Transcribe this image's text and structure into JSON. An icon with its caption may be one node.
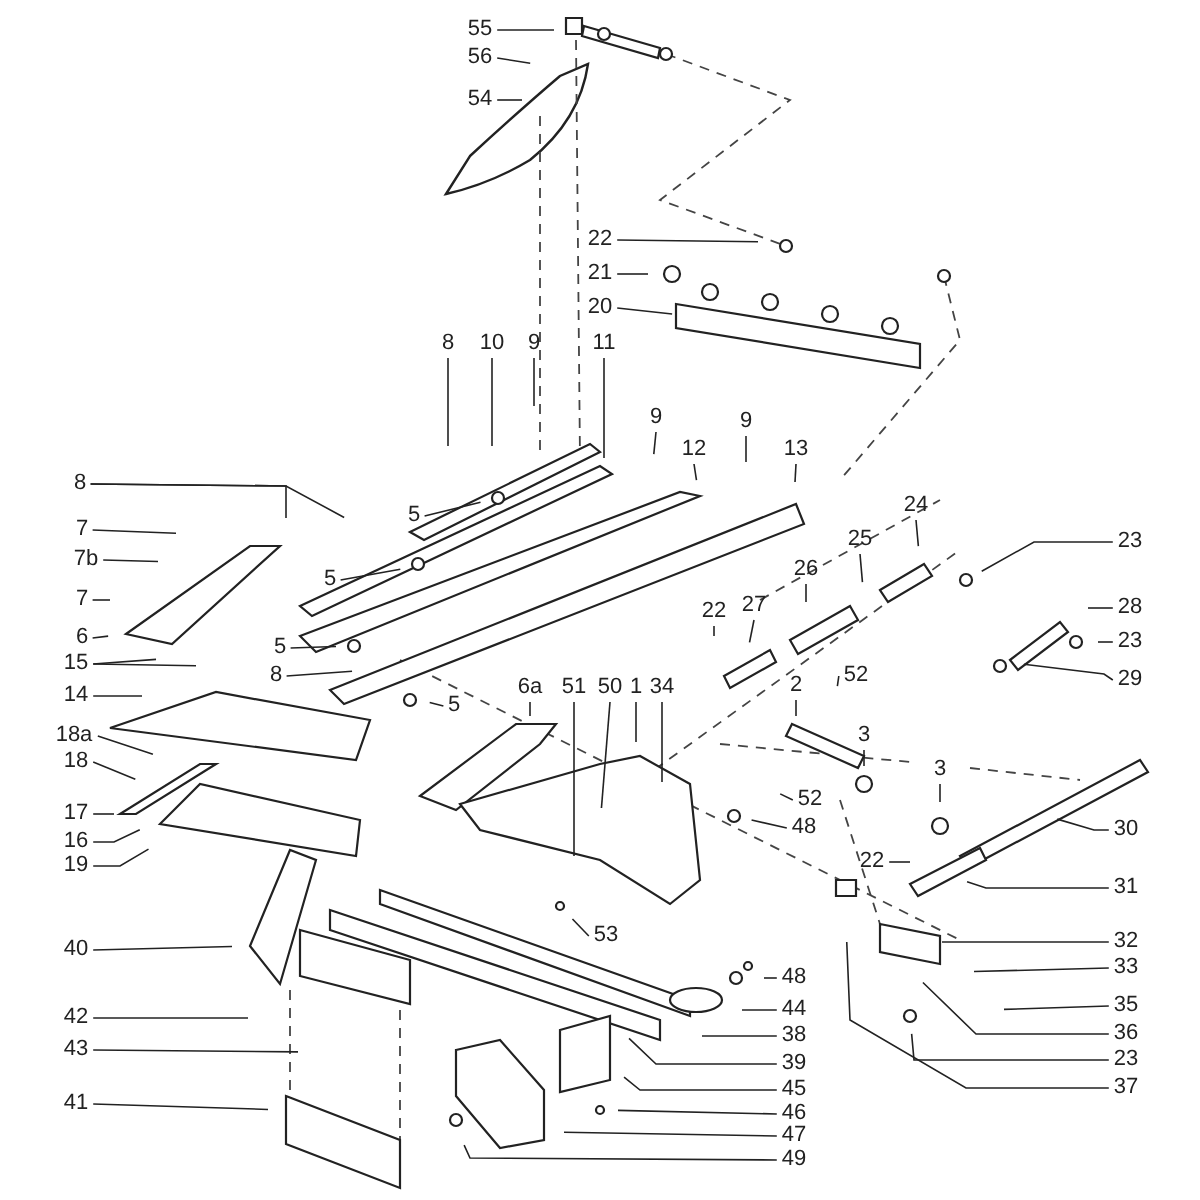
{
  "diagram": {
    "nodes": [
      {
        "text": [
          "55"
        ]
      },
      {
        "text": [
          "56"
        ]
      },
      {
        "text": [
          "54"
        ]
      },
      {
        "text": [
          "22"
        ]
      },
      {
        "text": [
          "21"
        ]
      },
      {
        "text": [
          "20"
        ]
      },
      {
        "text": [
          "8"
        ]
      },
      {
        "text": [
          "10"
        ]
      },
      {
        "text": [
          "9"
        ]
      },
      {
        "text": [
          "11"
        ]
      },
      {
        "text": [
          "9"
        ]
      },
      {
        "text": [
          "12"
        ]
      },
      {
        "text": [
          "9"
        ]
      },
      {
        "text": [
          "13"
        ]
      },
      {
        "text": [
          "8"
        ]
      },
      {
        "text": [
          "7"
        ]
      },
      {
        "text": [
          "5"
        ]
      },
      {
        "text": [
          "7b"
        ]
      },
      {
        "text": [
          "5"
        ]
      },
      {
        "text": [
          "7"
        ]
      },
      {
        "text": [
          "6"
        ]
      },
      {
        "text": [
          "5"
        ]
      },
      {
        "text": [
          "15"
        ]
      },
      {
        "text": [
          "8"
        ]
      },
      {
        "text": [
          "14"
        ]
      },
      {
        "text": [
          "5"
        ]
      },
      {
        "text": [
          "23"
        ]
      },
      {
        "text": [
          "24"
        ]
      },
      {
        "text": [
          "25"
        ]
      },
      {
        "text": [
          "26"
        ]
      },
      {
        "text": [
          "28"
        ]
      },
      {
        "text": [
          "23"
        ]
      },
      {
        "text": [
          "27"
        ]
      },
      {
        "text": [
          "22"
        ]
      },
      {
        "text": [
          "29"
        ]
      },
      {
        "text": [
          "6a"
        ]
      },
      {
        "text": [
          "51"
        ]
      },
      {
        "text": [
          "50"
        ]
      },
      {
        "text": [
          "1"
        ]
      },
      {
        "text": [
          "34"
        ]
      },
      {
        "text": [
          "2"
        ]
      },
      {
        "text": [
          "52"
        ]
      },
      {
        "text": [
          "3"
        ]
      },
      {
        "text": [
          "3"
        ]
      },
      {
        "text": [
          "52"
        ]
      },
      {
        "text": [
          "48"
        ]
      },
      {
        "text": [
          "30"
        ]
      },
      {
        "text": [
          "18a"
        ]
      },
      {
        "text": [
          "18"
        ]
      },
      {
        "text": [
          "22"
        ]
      },
      {
        "text": [
          "31"
        ]
      },
      {
        "text": [
          "17"
        ]
      },
      {
        "text": [
          "16"
        ]
      },
      {
        "text": [
          "19"
        ]
      },
      {
        "text": [
          "53"
        ]
      },
      {
        "text": [
          "32"
        ]
      },
      {
        "text": [
          "33"
        ]
      },
      {
        "text": [
          "40"
        ]
      },
      {
        "text": [
          "48"
        ]
      },
      {
        "text": [
          "44"
        ]
      },
      {
        "text": [
          "35"
        ]
      },
      {
        "text": [
          "36"
        ]
      },
      {
        "text": [
          "38"
        ]
      },
      {
        "text": [
          "23"
        ]
      },
      {
        "text": [
          "39"
        ]
      },
      {
        "text": [
          "37"
        ]
      },
      {
        "text": [
          "45"
        ]
      },
      {
        "text": [
          "42"
        ]
      },
      {
        "text": [
          "46"
        ]
      },
      {
        "text": [
          "43"
        ]
      },
      {
        "text": [
          "47"
        ]
      },
      {
        "text": [
          "41"
        ]
      },
      {
        "text": [
          "49"
        ]
      }
    ],
    "edges": [
      {
        "from": 0,
        "to": null,
        "arrow": "none"
      },
      {
        "from": 1,
        "to": null,
        "arrow": "none"
      },
      {
        "from": 2,
        "to": null,
        "arrow": "none"
      },
      {
        "from": 3,
        "to": null,
        "arrow": "none"
      },
      {
        "from": 4,
        "to": null,
        "arrow": "none"
      },
      {
        "from": 5,
        "to": null,
        "arrow": "none"
      },
      {
        "from": 6,
        "to": null,
        "arrow": "none"
      },
      {
        "from": 7,
        "to": null,
        "arrow": "none"
      },
      {
        "from": 8,
        "to": null,
        "arrow": "none"
      },
      {
        "from": 9,
        "to": null,
        "arrow": "none"
      },
      {
        "from": 10,
        "to": null,
        "arrow": "none"
      },
      {
        "from": 11,
        "to": null,
        "arrow": "none"
      },
      {
        "from": 12,
        "to": null,
        "arrow": "none"
      },
      {
        "from": 13,
        "to": null,
        "arrow": "none"
      },
      {
        "from": 14,
        "to": null,
        "arrow": "none"
      },
      {
        "from": 14,
        "to": null,
        "arrow": "none"
      },
      {
        "from": 15,
        "to": null,
        "arrow": "none"
      },
      {
        "from": 16,
        "to": null,
        "arrow": "none"
      },
      {
        "from": 17,
        "to": null,
        "arrow": "none"
      },
      {
        "from": 18,
        "to": null,
        "arrow": "none"
      },
      {
        "from": 19,
        "to": null,
        "arrow": "none"
      },
      {
        "from": 20,
        "to": null,
        "arrow": "none"
      },
      {
        "from": 21,
        "to": null,
        "arrow": "none"
      },
      {
        "from": 22,
        "to": null,
        "arrow": "none"
      },
      {
        "from": 22,
        "to": null,
        "arrow": "none"
      },
      {
        "from": 23,
        "to": null,
        "arrow": "none"
      },
      {
        "from": 24,
        "to": null,
        "arrow": "none"
      },
      {
        "from": 25,
        "to": null,
        "arrow": "none"
      },
      {
        "from": 26,
        "to": null,
        "arrow": "none"
      },
      {
        "from": 27,
        "to": null,
        "arrow": "none"
      },
      {
        "from": 28,
        "to": null,
        "arrow": "none"
      },
      {
        "from": 29,
        "to": null,
        "arrow": "none"
      },
      {
        "from": 30,
        "to": null,
        "arrow": "none"
      },
      {
        "from": 31,
        "to": null,
        "arrow": "none"
      },
      {
        "from": 32,
        "to": null,
        "arrow": "none"
      },
      {
        "from": 33,
        "to": null,
        "arrow": "none"
      },
      {
        "from": 34,
        "to": null,
        "arrow": "none"
      },
      {
        "from": 35,
        "to": null,
        "arrow": "none"
      },
      {
        "from": 36,
        "to": null,
        "arrow": "none"
      },
      {
        "from": 37,
        "to": null,
        "arrow": "none"
      },
      {
        "from": 38,
        "to": null,
        "arrow": "none"
      },
      {
        "from": 39,
        "to": null,
        "arrow": "none"
      },
      {
        "from": 40,
        "to": null,
        "arrow": "none"
      },
      {
        "from": 41,
        "to": null,
        "arrow": "none"
      },
      {
        "from": 42,
        "to": null,
        "arrow": "none"
      },
      {
        "from": 43,
        "to": null,
        "arrow": "none"
      },
      {
        "from": 44,
        "to": null,
        "arrow": "none"
      },
      {
        "from": 45,
        "to": null,
        "arrow": "none"
      },
      {
        "from": 46,
        "to": null,
        "arrow": "none"
      },
      {
        "from": 47,
        "to": null,
        "arrow": "none"
      },
      {
        "from": 48,
        "to": null,
        "arrow": "none"
      },
      {
        "from": 49,
        "to": null,
        "arrow": "none"
      },
      {
        "from": 50,
        "to": null,
        "arrow": "none"
      },
      {
        "from": 51,
        "to": null,
        "arrow": "none"
      },
      {
        "from": 52,
        "to": null,
        "arrow": "none"
      },
      {
        "from": 53,
        "to": null,
        "arrow": "none"
      },
      {
        "from": 54,
        "to": null,
        "arrow": "none"
      },
      {
        "from": 55,
        "to": null,
        "arrow": "none"
      },
      {
        "from": 56,
        "to": null,
        "arrow": "none"
      },
      {
        "from": 57,
        "to": null,
        "arrow": "none"
      },
      {
        "from": 58,
        "to": null,
        "arrow": "none"
      },
      {
        "from": 59,
        "to": null,
        "arrow": "none"
      },
      {
        "from": 60,
        "to": null,
        "arrow": "none"
      },
      {
        "from": 61,
        "to": null,
        "arrow": "none"
      },
      {
        "from": 62,
        "to": null,
        "arrow": "none"
      },
      {
        "from": 63,
        "to": null,
        "arrow": "none"
      },
      {
        "from": 64,
        "to": null,
        "arrow": "none"
      },
      {
        "from": 65,
        "to": null,
        "arrow": "none"
      },
      {
        "from": 66,
        "to": null,
        "arrow": "none"
      },
      {
        "from": 67,
        "to": null,
        "arrow": "none"
      },
      {
        "from": 68,
        "to": null,
        "arrow": "none"
      },
      {
        "from": 69,
        "to": null,
        "arrow": "none"
      },
      {
        "from": 70,
        "to": null,
        "arrow": "none"
      },
      {
        "from": 71,
        "to": null,
        "arrow": "none"
      },
      {
        "from": 72,
        "to": null,
        "arrow": "none"
      }
    ]
  }
}
